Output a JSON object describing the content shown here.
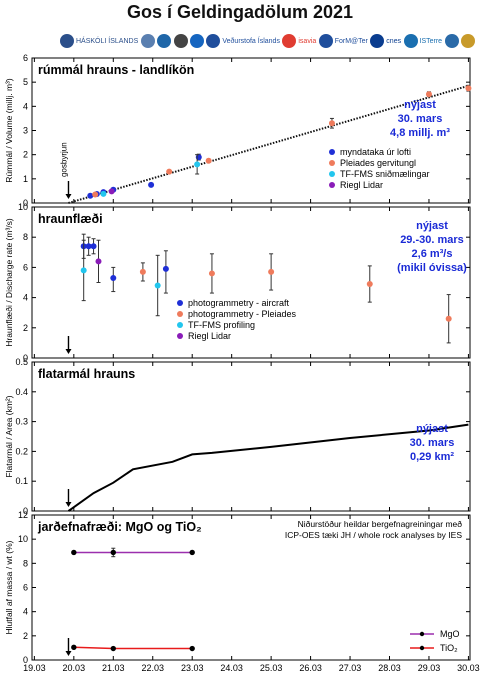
{
  "title": "Gos í Geldingadölum 2021",
  "logos": [
    {
      "name": "haskoli-islands-logo",
      "label": "HÁSKÓLI ÍSLANDS",
      "color": "#2b4f8a"
    },
    {
      "name": "jardvisindastofnun-logo",
      "label": "",
      "color": "#5a7fb0"
    },
    {
      "name": "landmaelingar-logo",
      "label": "",
      "color": "#1f66a8"
    },
    {
      "name": "lmi-logo",
      "label": "",
      "color": "#444444"
    },
    {
      "name": "ni-logo",
      "label": "",
      "color": "#1565c0"
    },
    {
      "name": "vedurstofa-logo",
      "label": "Veðurstofa Íslands",
      "color": "#1f4e9c"
    },
    {
      "name": "isavia-logo",
      "label": "isavia",
      "color": "#e03c31"
    },
    {
      "name": "formater-logo",
      "label": "ForM@Ter",
      "color": "#1f4e9c"
    },
    {
      "name": "cnes-logo",
      "label": "cnes",
      "color": "#0a3d8f"
    },
    {
      "name": "isterre-logo",
      "label": "ISTerre",
      "color": "#1a6fb0"
    },
    {
      "name": "lmv-logo",
      "label": "",
      "color": "#2a6aa8"
    },
    {
      "name": "vegagerdin-logo",
      "label": "",
      "color": "#c89a2a"
    }
  ],
  "chart_data": {
    "type": "line",
    "x_axis": {
      "ticks": [
        "19.03",
        "20.03",
        "21.03",
        "22.03",
        "23.03",
        "24.03",
        "25.03",
        "26.03",
        "27.03",
        "28.03",
        "29.03",
        "30.03"
      ],
      "xlim": [
        "19.03",
        "30.03"
      ],
      "label": ""
    },
    "eruption_start": {
      "x": "19.03 20:45",
      "label": "gosbyrjun"
    },
    "panels": [
      {
        "key": "volume",
        "title": "rúmmál hrauns - landlíkön",
        "ylabel": "Rúmmál / Volume (millj. m³)",
        "ylim": [
          0,
          6
        ],
        "yticks": [
          0,
          1,
          2,
          3,
          4,
          5,
          6
        ],
        "annotation": [
          "nýjast",
          "30. mars",
          "4,8 millj. m³"
        ],
        "legend": [
          "myndataka úr lofti",
          "Pleiades gervitungl",
          "TF-FMS sniðmælingar",
          "Riegl Lidar"
        ],
        "trend": [
          [
            "19.03 20:45",
            0.0
          ],
          [
            "30.03 00:00",
            4.85
          ]
        ],
        "series": [
          {
            "name": "myndataka úr lofti",
            "color": "#1f2fd6",
            "points": [
              [
                "20.03 10:00",
                0.3,
                0,
                0
              ],
              [
                "20.03 14:00",
                0.37,
                0,
                0
              ],
              [
                "20.03 18:00",
                0.45,
                0,
                0
              ],
              [
                "21.03 00:00",
                0.55,
                0,
                0
              ],
              [
                "21.03 23:00",
                0.75,
                0.07,
                0.07
              ],
              [
                "23.03 04:00",
                1.9,
                0.12,
                0.12
              ]
            ]
          },
          {
            "name": "Pleiades gervitungl",
            "color": "#ef7b5c",
            "points": [
              [
                "20.03 13:00",
                0.35,
                0,
                0
              ],
              [
                "22.03 10:00",
                1.3,
                0.05,
                0.05
              ],
              [
                "23.03 10:00",
                1.75,
                0.06,
                0.06
              ],
              [
                "26.03 13:00",
                3.3,
                0.2,
                0.2
              ],
              [
                "29.03 00:00",
                4.5,
                0.1,
                0.1
              ],
              [
                "30.03 00:00",
                4.75,
                0.12,
                0.12
              ]
            ]
          },
          {
            "name": "TF-FMS sniðmælingar",
            "color": "#22c6ee",
            "points": [
              [
                "20.03 18:00",
                0.38,
                0,
                0
              ],
              [
                "23.03 03:00",
                1.6,
                0.4,
                0.4
              ]
            ]
          },
          {
            "name": "Riegl Lidar",
            "color": "#8a1cb8",
            "points": [
              [
                "20.03 23:00",
                0.48,
                0,
                0
              ]
            ]
          }
        ]
      },
      {
        "key": "discharge",
        "title": "hraunflæði",
        "ylabel": "Hraunflæði / Discharge rate (m³/s)",
        "ylim": [
          0,
          10
        ],
        "yticks": [
          0,
          2,
          4,
          6,
          8,
          10
        ],
        "annotation": [
          "nýjast",
          "29.-30. mars",
          "2,6 m³/s",
          "(mikil óvissa)"
        ],
        "legend": [
          "photogrammetry - aircraft",
          "photogrammetry - Pleiades",
          "TF-FMS profiling",
          "Riegl Lidar"
        ],
        "series": [
          {
            "name": "photogrammetry - aircraft",
            "color": "#1f2fd6",
            "points": [
              [
                "20.03 06:00",
                7.4,
                0.8,
                0.8
              ],
              [
                "20.03 09:00",
                7.4,
                0.6,
                0.6
              ],
              [
                "20.03 12:00",
                7.4,
                0.5,
                0.5
              ],
              [
                "21.03 00:00",
                5.3,
                0.9,
                0.7
              ],
              [
                "22.03 08:00",
                5.9,
                1.6,
                1.2
              ]
            ]
          },
          {
            "name": "photogrammetry - Pleiades",
            "color": "#ef7b5c",
            "points": [
              [
                "21.03 18:00",
                5.7,
                0.6,
                0.6
              ],
              [
                "23.03 12:00",
                5.6,
                1.3,
                1.3
              ],
              [
                "25.03 00:00",
                5.7,
                1.2,
                1.2
              ],
              [
                "27.03 12:00",
                4.9,
                1.2,
                1.2
              ],
              [
                "29.03 12:00",
                2.6,
                1.6,
                1.6
              ]
            ]
          },
          {
            "name": "TF-FMS profiling",
            "color": "#22c6ee",
            "points": [
              [
                "20.03 06:00",
                5.8,
                2.0,
                2.0
              ],
              [
                "22.03 03:00",
                4.8,
                2.0,
                2.0
              ]
            ]
          },
          {
            "name": "Riegl Lidar",
            "color": "#8a1cb8",
            "points": [
              [
                "20.03 15:00",
                6.4,
                1.4,
                1.4
              ]
            ]
          }
        ]
      },
      {
        "key": "area",
        "title": "flatarmál hrauns",
        "ylabel": "Flatarmál / Area (km²)",
        "ylim": [
          0,
          0.5
        ],
        "yticks": [
          0,
          0.1,
          0.2,
          0.3,
          0.4,
          0.5
        ],
        "annotation": [
          "nýjast",
          "30. mars",
          "0,29 km²"
        ],
        "series": [
          {
            "name": "",
            "color": "#000000",
            "points": [
              [
                "19.03 20:45",
                0.0
              ],
              [
                "20.03 12:00",
                0.06
              ],
              [
                "21.03 00:00",
                0.095
              ],
              [
                "21.03 12:00",
                0.14
              ],
              [
                "22.03 12:00",
                0.165
              ],
              [
                "23.03 00:00",
                0.19
              ],
              [
                "23.03 12:00",
                0.195
              ],
              [
                "25.03 00:00",
                0.215
              ],
              [
                "27.03 00:00",
                0.245
              ],
              [
                "29.03 00:00",
                0.27
              ],
              [
                "30.03 00:00",
                0.29
              ]
            ]
          }
        ]
      },
      {
        "key": "geochem",
        "title": "jarðefnafræði: MgO og TiO₂",
        "ylabel": "Hlutfall af massa / wt (%)",
        "ylim": [
          0,
          12
        ],
        "yticks": [
          0,
          2,
          4,
          6,
          8,
          10,
          12
        ],
        "annotation": [
          "Niðurstöður heildar bergefnagreiningar með",
          "ICP-OES tæki JH / whole rock analyses by IES"
        ],
        "legend": [
          "MgO",
          "TiO₂"
        ],
        "series": [
          {
            "name": "MgO",
            "color": "#9b2fae",
            "points": [
              [
                "20.03 00:00",
                8.9,
                0,
                0
              ],
              [
                "21.03 00:00",
                8.9,
                0.35,
                0.35
              ],
              [
                "23.03 00:00",
                8.9,
                0,
                0
              ]
            ]
          },
          {
            "name": "TiO₂",
            "color": "#e81b1b",
            "points": [
              [
                "20.03 00:00",
                1.05,
                0,
                0
              ],
              [
                "21.03 00:00",
                0.95,
                0,
                0
              ],
              [
                "23.03 00:00",
                0.95,
                0,
                0
              ]
            ]
          }
        ]
      }
    ]
  }
}
